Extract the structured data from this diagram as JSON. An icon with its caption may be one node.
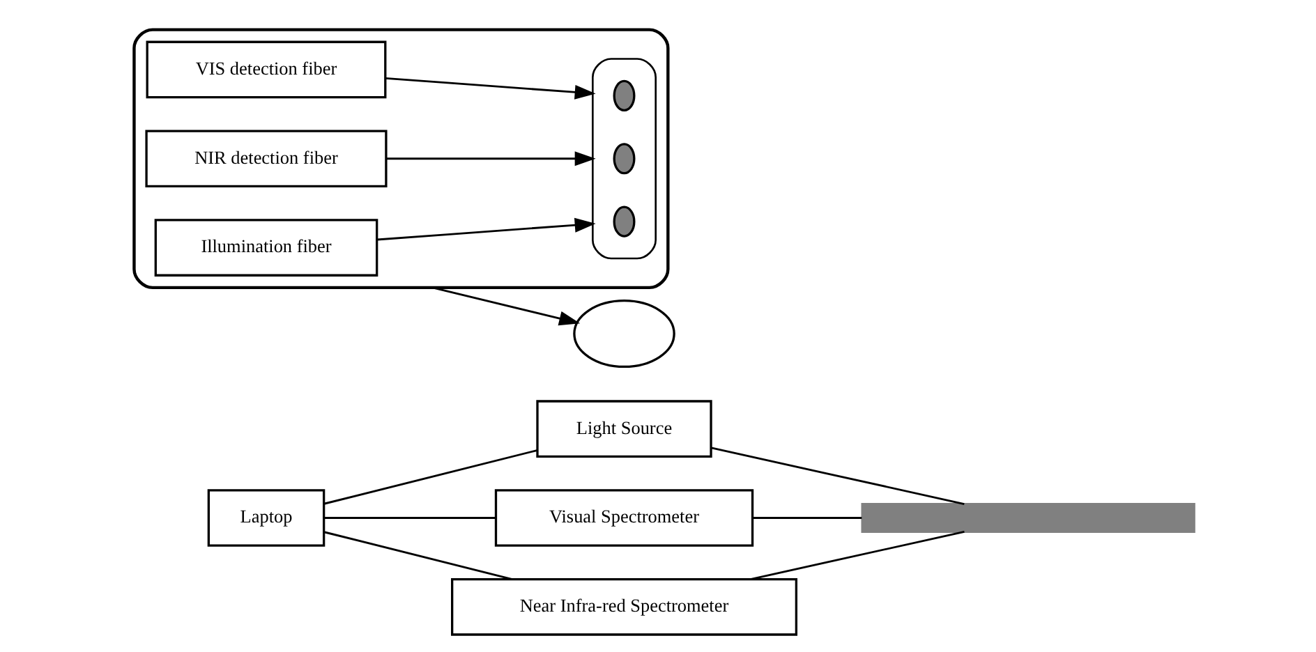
{
  "diagram": {
    "nodes": [
      {
        "text": [
          "Laptop"
        ]
      },
      {
        "text": [
          "Light Source"
        ]
      },
      {
        "text": [
          "Visual Spectrometer"
        ]
      },
      {
        "text": [
          "Near Infra-red Spectrometer"
        ]
      },
      {
        "text": [],
        "shape": "bar"
      },
      {
        "text": [],
        "shape": "ellipse"
      },
      {
        "text": [],
        "shape": "box"
      },
      {
        "text": [
          "Illumination fiber"
        ],
        "in": 6
      },
      {
        "text": [],
        "shape": "ellipse",
        "in": 6
      },
      {
        "text": [],
        "shape": "circle",
        "in": 8
      },
      {
        "text": [],
        "shape": "circle",
        "in": 8
      },
      {
        "text": [],
        "shape": "circle",
        "in": 8
      },
      {
        "text": [
          "VIS detection fiber"
        ],
        "in": 6
      },
      {
        "text": [
          "NIR detection fiber"
        ],
        "in": 6
      }
    ],
    "edges": [
      {
        "from": 0,
        "to": 1,
        "arrow": "none"
      },
      {
        "from": 0,
        "to": 2,
        "arrow": "none"
      },
      {
        "from": 0,
        "to": 3,
        "arrow": "none"
      },
      {
        "from": 1,
        "to": 4,
        "arrow": "none"
      },
      {
        "from": 2,
        "to": 4,
        "arrow": "none"
      },
      {
        "from": 3,
        "to": 4,
        "arrow": "none"
      },
      {
        "from": 6,
        "to": 5,
        "arrow": "to"
      },
      {
        "from": 7,
        "to": 8,
        "arrow": "to"
      },
      {
        "from": 12,
        "to": 8,
        "arrow": "to"
      },
      {
        "from": 13,
        "to": 8,
        "arrow": "to"
      }
    ]
  }
}
